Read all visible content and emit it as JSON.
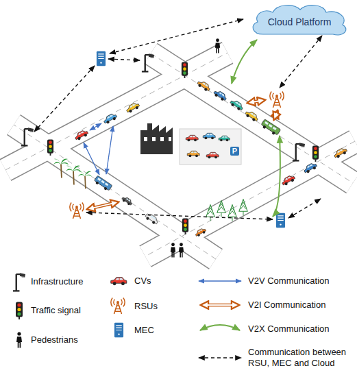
{
  "diagram": {
    "nodes": [
      {
        "text": [
          "Cloud Platform"
        ]
      }
    ],
    "edges": [],
    "labels": [
      "P"
    ],
    "legend": [
      {
        "text": "Infrastructure"
      },
      {
        "text": "Traffic signal"
      },
      {
        "text": "Pedestrians"
      },
      {
        "text": "CVs"
      },
      {
        "text": "RSUs"
      },
      {
        "text": "MEC"
      },
      {
        "text": "V2V Communication"
      },
      {
        "text": "V2I Communication"
      },
      {
        "text": "V2X Communication"
      },
      {
        "text": "Communication between RSU, MEC and Cloud"
      }
    ]
  }
}
